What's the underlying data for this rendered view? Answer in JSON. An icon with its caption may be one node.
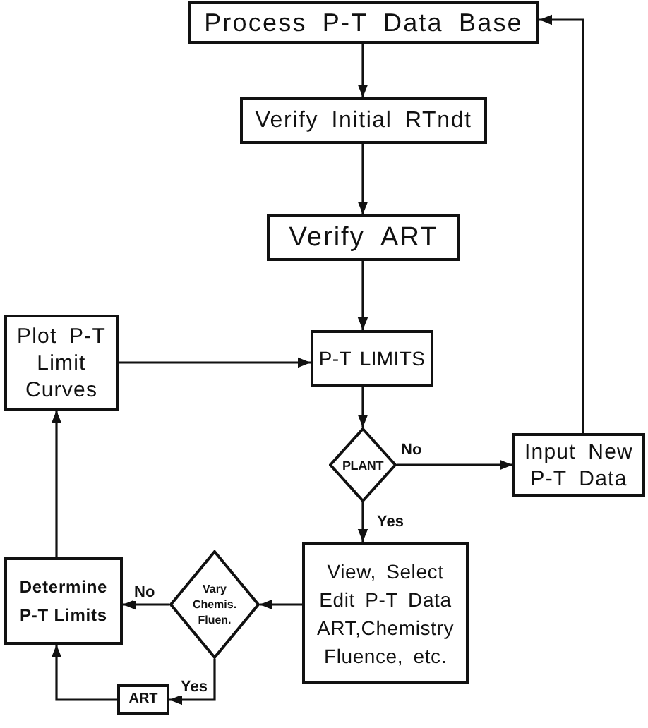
{
  "diagram": {
    "nodes": [
      {
        "text": [
          "Process P-T Data Base"
        ]
      },
      {
        "text": [
          "Verify Initial RTndt"
        ]
      },
      {
        "text": [
          "Verify ART"
        ]
      },
      {
        "text": [
          "Plot P-T Limit Curves"
        ]
      },
      {
        "text": [
          "P-T LIMITS"
        ]
      },
      {
        "text": [
          "PLANT"
        ]
      },
      {
        "text": [
          "Input New P-T Data"
        ]
      },
      {
        "text": [
          "Determine P-T Limits"
        ]
      },
      {
        "text": [
          "Vary Chemis. Fluen."
        ]
      },
      {
        "text": [
          "View, Select Edit P-T Data ART,Chemistry Fluence, etc."
        ]
      },
      {
        "text": [
          "ART"
        ]
      }
    ],
    "edges": [
      {
        "from": 0,
        "to": 1,
        "arrow": "to"
      },
      {
        "from": 1,
        "to": 2,
        "arrow": "to"
      },
      {
        "from": 2,
        "to": 4,
        "arrow": "to"
      },
      {
        "from": 3,
        "to": 4,
        "arrow": "to"
      },
      {
        "from": 4,
        "to": 5,
        "arrow": "to"
      },
      {
        "from": 5,
        "to": 6,
        "arrow": "to",
        "label": "No"
      },
      {
        "from": 6,
        "to": 0,
        "arrow": "to"
      },
      {
        "from": 5,
        "to": 9,
        "arrow": "to",
        "label": "Yes"
      },
      {
        "from": 9,
        "to": 8,
        "arrow": "to"
      },
      {
        "from": 8,
        "to": 7,
        "arrow": "to",
        "label": "No"
      },
      {
        "from": 8,
        "to": 10,
        "arrow": "to",
        "label": "Yes"
      },
      {
        "from": 10,
        "to": 7,
        "arrow": "to"
      },
      {
        "from": 7,
        "to": 3,
        "arrow": "to"
      }
    ]
  }
}
